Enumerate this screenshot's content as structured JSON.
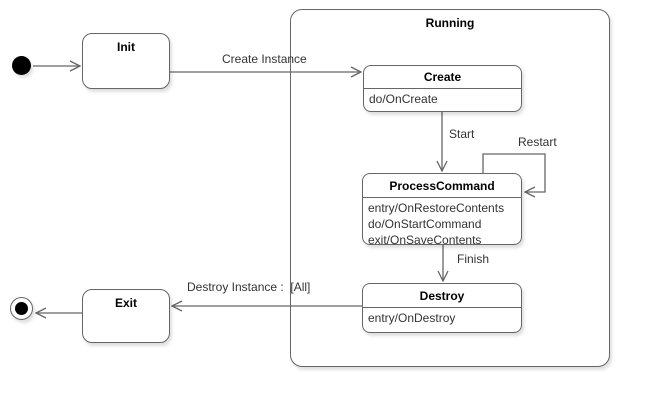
{
  "diagram_type": "uml-state-machine",
  "colors": {
    "stroke": "#666666",
    "title_text": "#000000",
    "body_text": "#333333",
    "fill": "#ffffff",
    "background": "#ffffff"
  },
  "icons": {
    "initial": "initial-state-filled-circle",
    "final": "final-state-bullseye"
  },
  "states": {
    "init": {
      "label": "Init"
    },
    "running": {
      "label": "Running"
    },
    "create": {
      "label": "Create",
      "actions": [
        "do/OnCreate"
      ]
    },
    "process_command": {
      "label": "ProcessCommand",
      "actions": [
        "entry/OnRestoreContents",
        "do/OnStartCommand",
        "exit/OnSaveContents"
      ]
    },
    "destroy": {
      "label": "Destroy",
      "actions": [
        "entry/OnDestroy"
      ]
    },
    "exit": {
      "label": "Exit"
    }
  },
  "transitions": {
    "create_instance": {
      "label": "Create Instance"
    },
    "start": {
      "label": "Start"
    },
    "restart": {
      "label": "Restart"
    },
    "finish": {
      "label": "Finish"
    },
    "destroy_instance": {
      "label": "Destroy Instance :  [All]"
    }
  }
}
